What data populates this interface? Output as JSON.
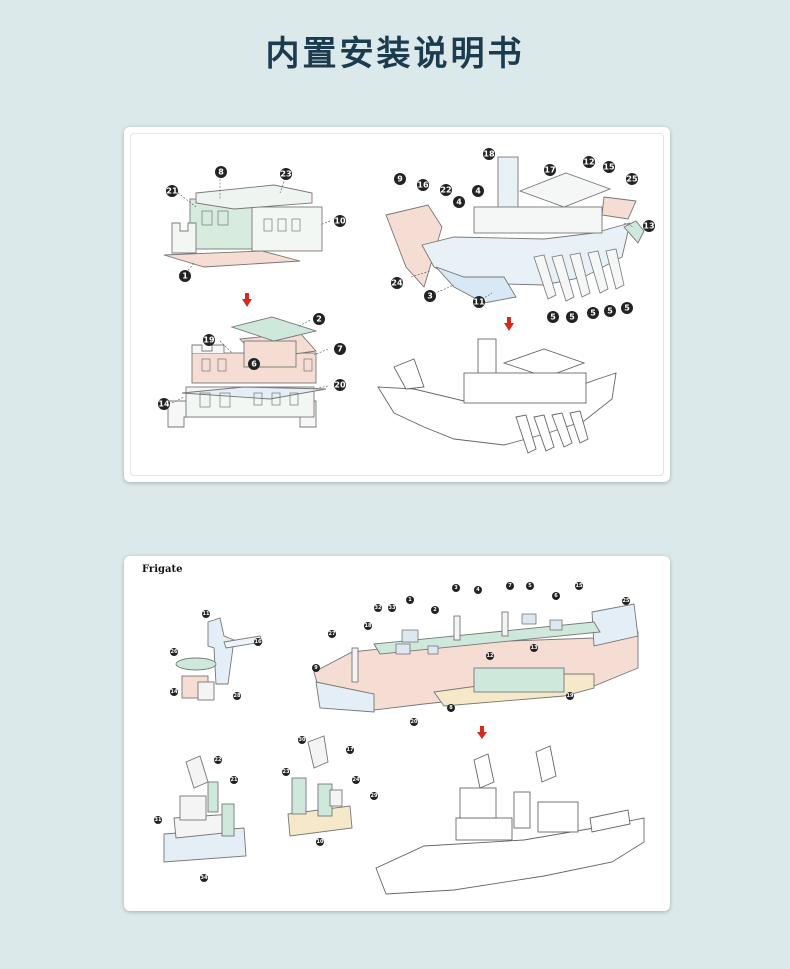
{
  "title": "内置安装说明书",
  "panel2_label": "Frigate",
  "colors": {
    "background": "#dce9eb",
    "mint": "#cfe8dc",
    "pink": "#f6ddd3",
    "blue": "#e2ecf7",
    "arrow": "#d42a1c"
  },
  "panel1": {
    "left_top_callouts": [
      "8",
      "23",
      "21",
      "10",
      "1"
    ],
    "left_bottom_callouts": [
      "19",
      "2",
      "6",
      "7",
      "20",
      "14"
    ],
    "right_top_callouts": [
      "18",
      "17",
      "12",
      "15",
      "9",
      "16",
      "22",
      "4",
      "4",
      "25",
      "13",
      "24",
      "3",
      "11",
      "5",
      "5",
      "5",
      "5",
      "5"
    ]
  },
  "panel2": {
    "tower_callouts": [
      "11",
      "16",
      "26",
      "14",
      "28"
    ],
    "hull_callouts": [
      "3",
      "4",
      "7",
      "5",
      "15",
      "32",
      "33",
      "1",
      "2",
      "6",
      "25",
      "27",
      "18",
      "12",
      "13",
      "9",
      "20",
      "8",
      "19"
    ],
    "bottom_left_callouts": [
      "22",
      "21",
      "31",
      "34"
    ],
    "bottom_mid_callouts": [
      "30",
      "17",
      "23",
      "24",
      "29",
      "10"
    ]
  }
}
